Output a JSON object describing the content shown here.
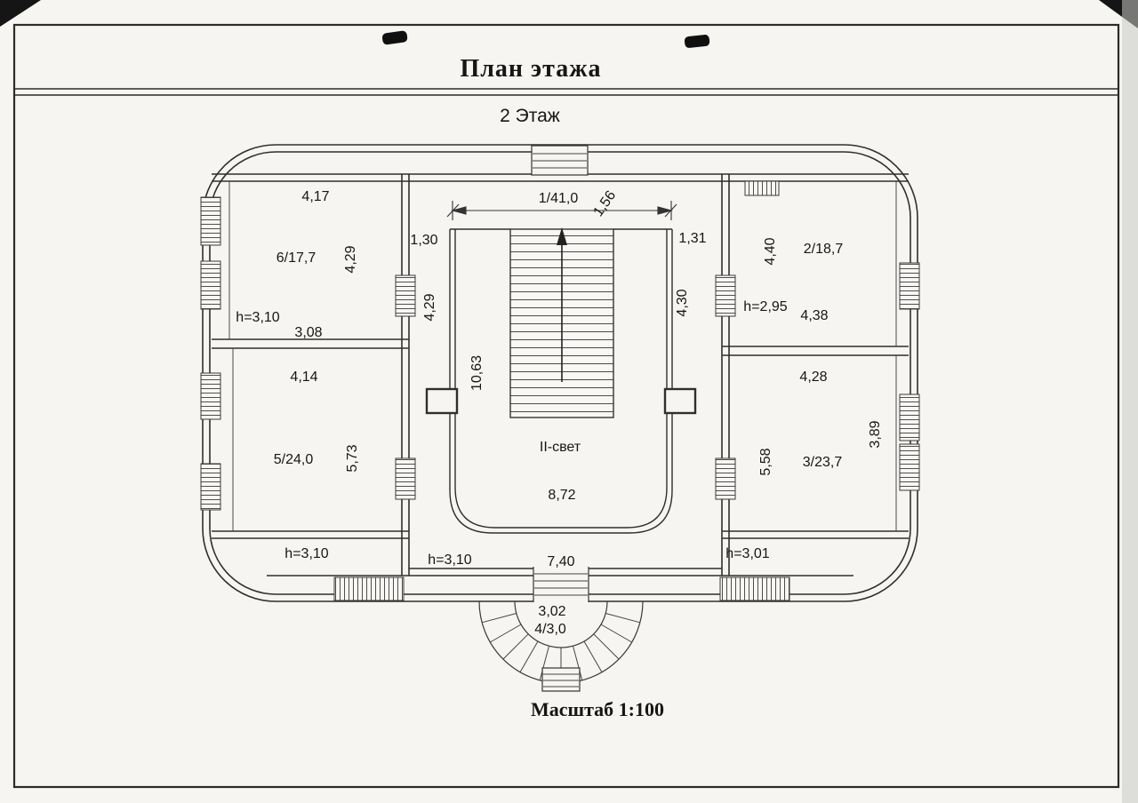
{
  "page": {
    "title": "План этажа",
    "floor": "2 Этаж",
    "scale": "Масштаб 1:100"
  },
  "colors": {
    "paper": "#f6f5f1",
    "ink": "#2b2b2b"
  },
  "rooms": {
    "hall": {
      "number_area": "1/41,0",
      "dim_diag": "1,56",
      "dim_gap_left": "1,30",
      "dim_gap_right": "1,31",
      "dim_side_left": "4,29",
      "dim_side_right": "4,30",
      "dim_length": "10,63",
      "light_well": "II-свет",
      "dim_width_mid": "8,72",
      "dim_width_bottom": "7,40",
      "ceiling_h": "h=3,10"
    },
    "room6": {
      "number_area": "6/17,7",
      "dim_top": "4,17",
      "dim_right": "4,29",
      "dim_bottom": "3,08",
      "ceiling_h": "h=3,10"
    },
    "room5": {
      "number_area": "5/24,0",
      "dim_top": "4,14",
      "dim_right": "5,73",
      "ceiling_h": "h=3,10"
    },
    "room2": {
      "number_area": "2/18,7",
      "dim_left": "4,40",
      "dim_bottom": "4,38",
      "ceiling_h": "h=2,95"
    },
    "room3": {
      "number_area": "3/23,7",
      "dim_top": "4,28",
      "dim_left": "5,58",
      "dim_right": "3,89",
      "ceiling_h": "h=3,01"
    },
    "balcony": {
      "number_area": "4/3,0",
      "dim_width": "3,02"
    }
  }
}
